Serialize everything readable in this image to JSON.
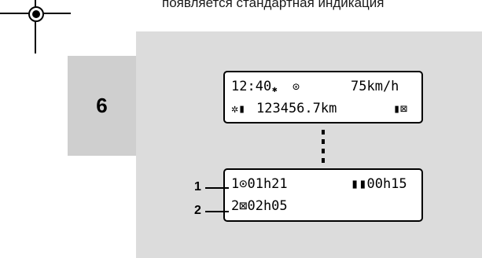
{
  "header": {
    "text": "появляется стандартная индикация"
  },
  "section": {
    "number": "6"
  },
  "display_standard": {
    "line1": {
      "time": "12:40",
      "sun_icon": "✱",
      "gps_icon": "⊙",
      "speed": "75km/h"
    },
    "line2": {
      "mode_icons": "✲▮",
      "odometer": "123456.7km",
      "card_icons": "▮⊠"
    }
  },
  "display_times": {
    "line1": {
      "driver": "1⊙01h21",
      "break": "▮▮00h15"
    },
    "line2": {
      "driver": "2⊠02h05"
    }
  },
  "callouts": {
    "label1": "1",
    "label2": "2"
  }
}
